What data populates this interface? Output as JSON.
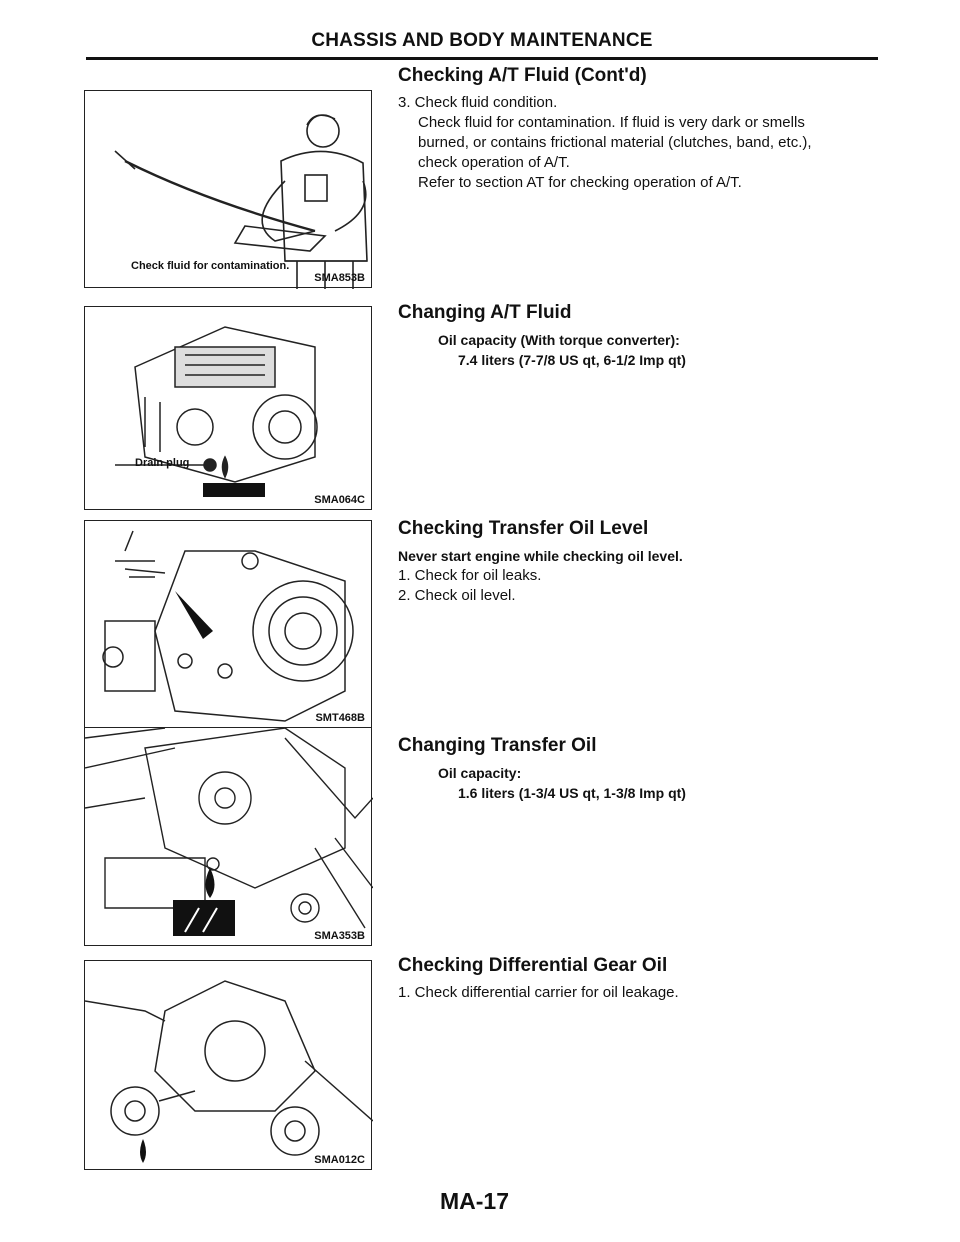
{
  "header": {
    "title": "CHASSIS AND BODY MAINTENANCE"
  },
  "figures": [
    {
      "caption": "Check fluid for contamination.",
      "code": "SMA853B"
    },
    {
      "caption": "Drain plug",
      "code": "SMA064C"
    },
    {
      "code": "SMT468B"
    },
    {
      "code": "SMA353B"
    },
    {
      "code": "SMA012C"
    }
  ],
  "sections": {
    "checking_at_fluid": {
      "title": "Checking A/T Fluid (Cont'd)",
      "lines": [
        "3.  Check fluid condition.",
        "Check fluid for contamination. If fluid is very dark or smells",
        "burned, or contains frictional material (clutches, band, etc.),",
        "check operation of A/T.",
        "Refer to section AT for checking operation of A/T."
      ]
    },
    "changing_at_fluid": {
      "title": "Changing A/T Fluid",
      "spec_label": "Oil capacity (With torque converter):",
      "spec_value": "7.4 liters (7-7/8 US qt, 6-1/2 Imp qt)"
    },
    "checking_transfer": {
      "title": "Checking Transfer Oil Level",
      "warning": "Never start engine while checking oil level.",
      "steps": [
        "1.  Check for oil leaks.",
        "2.  Check oil level."
      ]
    },
    "changing_transfer": {
      "title": "Changing Transfer Oil",
      "spec_label": "Oil capacity:",
      "spec_value": "1.6 liters (1-3/4 US qt, 1-3/8 Imp qt)"
    },
    "checking_diff": {
      "title": "Checking Differential Gear Oil",
      "steps": [
        "1.  Check differential carrier for oil leakage."
      ]
    }
  },
  "footer": {
    "page": "MA-17"
  }
}
